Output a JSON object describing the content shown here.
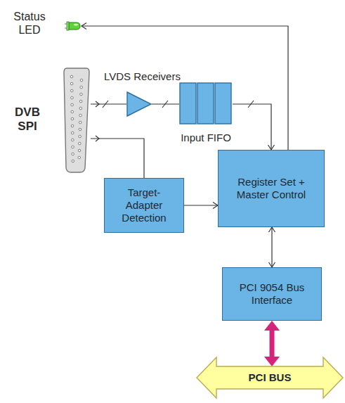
{
  "diagram": {
    "nodes": [
      {
        "text": [
          "Status LED"
        ]
      },
      {
        "text": [
          "DVB SPI"
        ]
      },
      {
        "text": [
          "LVDS Receivers"
        ]
      },
      {
        "text": [
          "Input FIFO"
        ]
      },
      {
        "text": [
          "Target-Adapter Detection"
        ]
      },
      {
        "text": [
          "Register Set + Master Control"
        ]
      },
      {
        "text": [
          "PCI 9054 Bus Interface"
        ]
      },
      {
        "text": [
          "PCI BUS"
        ]
      }
    ],
    "edges": [
      {
        "from": 5,
        "to": 0,
        "arrow": "to"
      },
      {
        "from": 1,
        "to": 2,
        "arrow": "none"
      },
      {
        "from": 2,
        "to": 3,
        "arrow": "none"
      },
      {
        "from": 3,
        "to": 5,
        "arrow": "to"
      },
      {
        "from": 1,
        "to": 4,
        "arrow": "none"
      },
      {
        "from": 4,
        "to": 5,
        "arrow": "to"
      },
      {
        "from": 5,
        "to": 6,
        "arrow": "both"
      },
      {
        "from": 6,
        "to": 7,
        "arrow": "both"
      }
    ]
  }
}
